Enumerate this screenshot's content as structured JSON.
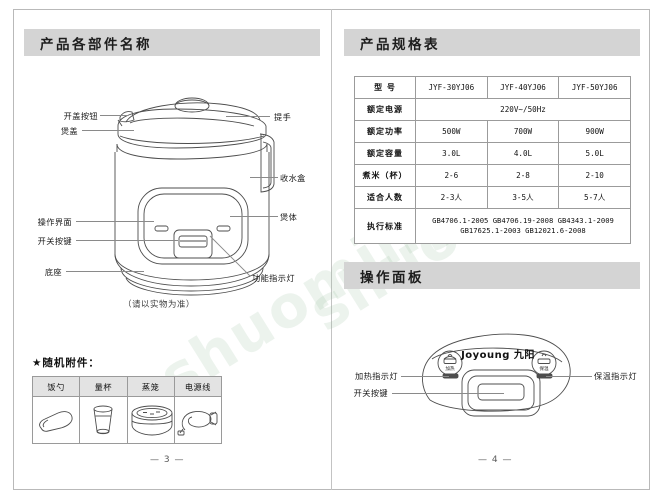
{
  "document": {
    "brand": "Joyoung 九阳",
    "page_left_number": "— 3 —",
    "page_right_number": "— 4 —"
  },
  "sections": {
    "parts_title": "产品各部件名称",
    "spec_title": "产品规格表",
    "panel_title": "操作面板"
  },
  "parts_diagram": {
    "labels_left": [
      {
        "text": "开盖按钮"
      },
      {
        "text": "煲盖"
      },
      {
        "text": "操作界面"
      },
      {
        "text": "开关按键"
      },
      {
        "text": "底座"
      }
    ],
    "labels_right": [
      {
        "text": "提手"
      },
      {
        "text": "收水盒"
      },
      {
        "text": "煲体"
      }
    ],
    "label_bottom": "功能指示灯",
    "note": "（请以实物为准）"
  },
  "accessories": {
    "title": "★随机附件：",
    "headers": [
      "饭勺",
      "量杯",
      "蒸笼",
      "电源线"
    ],
    "icons": [
      "rice-paddle-icon",
      "measuring-cup-icon",
      "steamer-basket-icon",
      "power-cord-icon"
    ]
  },
  "spec_table": {
    "rows": [
      {
        "label": "型    号",
        "cells": [
          "JYF-30YJ06",
          "JYF-40YJ06",
          "JYF-50YJ06"
        ]
      },
      {
        "label": "额定电源",
        "cells": [
          "220V~/50Hz"
        ],
        "span": 3
      },
      {
        "label": "额定功率",
        "cells": [
          "500W",
          "700W",
          "900W"
        ]
      },
      {
        "label": "额定容量",
        "cells": [
          "3.0L",
          "4.0L",
          "5.0L"
        ]
      },
      {
        "label": "煮米（杯）",
        "cells": [
          "2-6",
          "2-8",
          "2-10"
        ]
      },
      {
        "label": "适合人数",
        "cells": [
          "2-3人",
          "3-5人",
          "5-7人"
        ]
      }
    ],
    "standards": {
      "label": "执行标准",
      "line1": "GB4706.1-2005    GB4706.19-2008    GB4343.1-2009",
      "line2": "GB17625.1-2003    GB12021.6-2008"
    }
  },
  "control_panel": {
    "logo": "Joyoung 九阳",
    "label_heat": "加热指示灯",
    "label_keepwarm": "保温指示灯",
    "label_switch": "开关按键",
    "button_heat_text": "加热",
    "button_keepwarm_text": "保温"
  },
  "colors": {
    "section_bar": "#d4d4d4",
    "table_header": "#e3e3e3",
    "line": "#9b9b9b",
    "text": "#111111"
  }
}
